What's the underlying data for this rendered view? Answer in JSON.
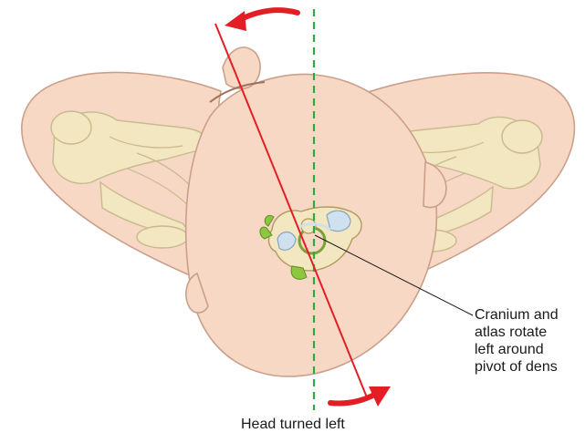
{
  "annotation": {
    "lines": [
      "Cranium and",
      "atlas rotate",
      "left around",
      "pivot of dens"
    ]
  },
  "caption": "Head turned left",
  "colors": {
    "skin": "#f7d8c4",
    "skin_stroke": "#caa08c",
    "bone": "#f2e7c0",
    "bone_stroke": "#c8b98e",
    "cartilage": "#cfe0ee",
    "ligament_green": "#8dc63f",
    "axis_line": "#e31e24",
    "reference_line": "#2faa3e",
    "arrow": "#e31e24"
  },
  "icons": {
    "rotation_arrow_top": "curved-arrow-left",
    "rotation_arrow_bottom": "curved-arrow-right"
  }
}
